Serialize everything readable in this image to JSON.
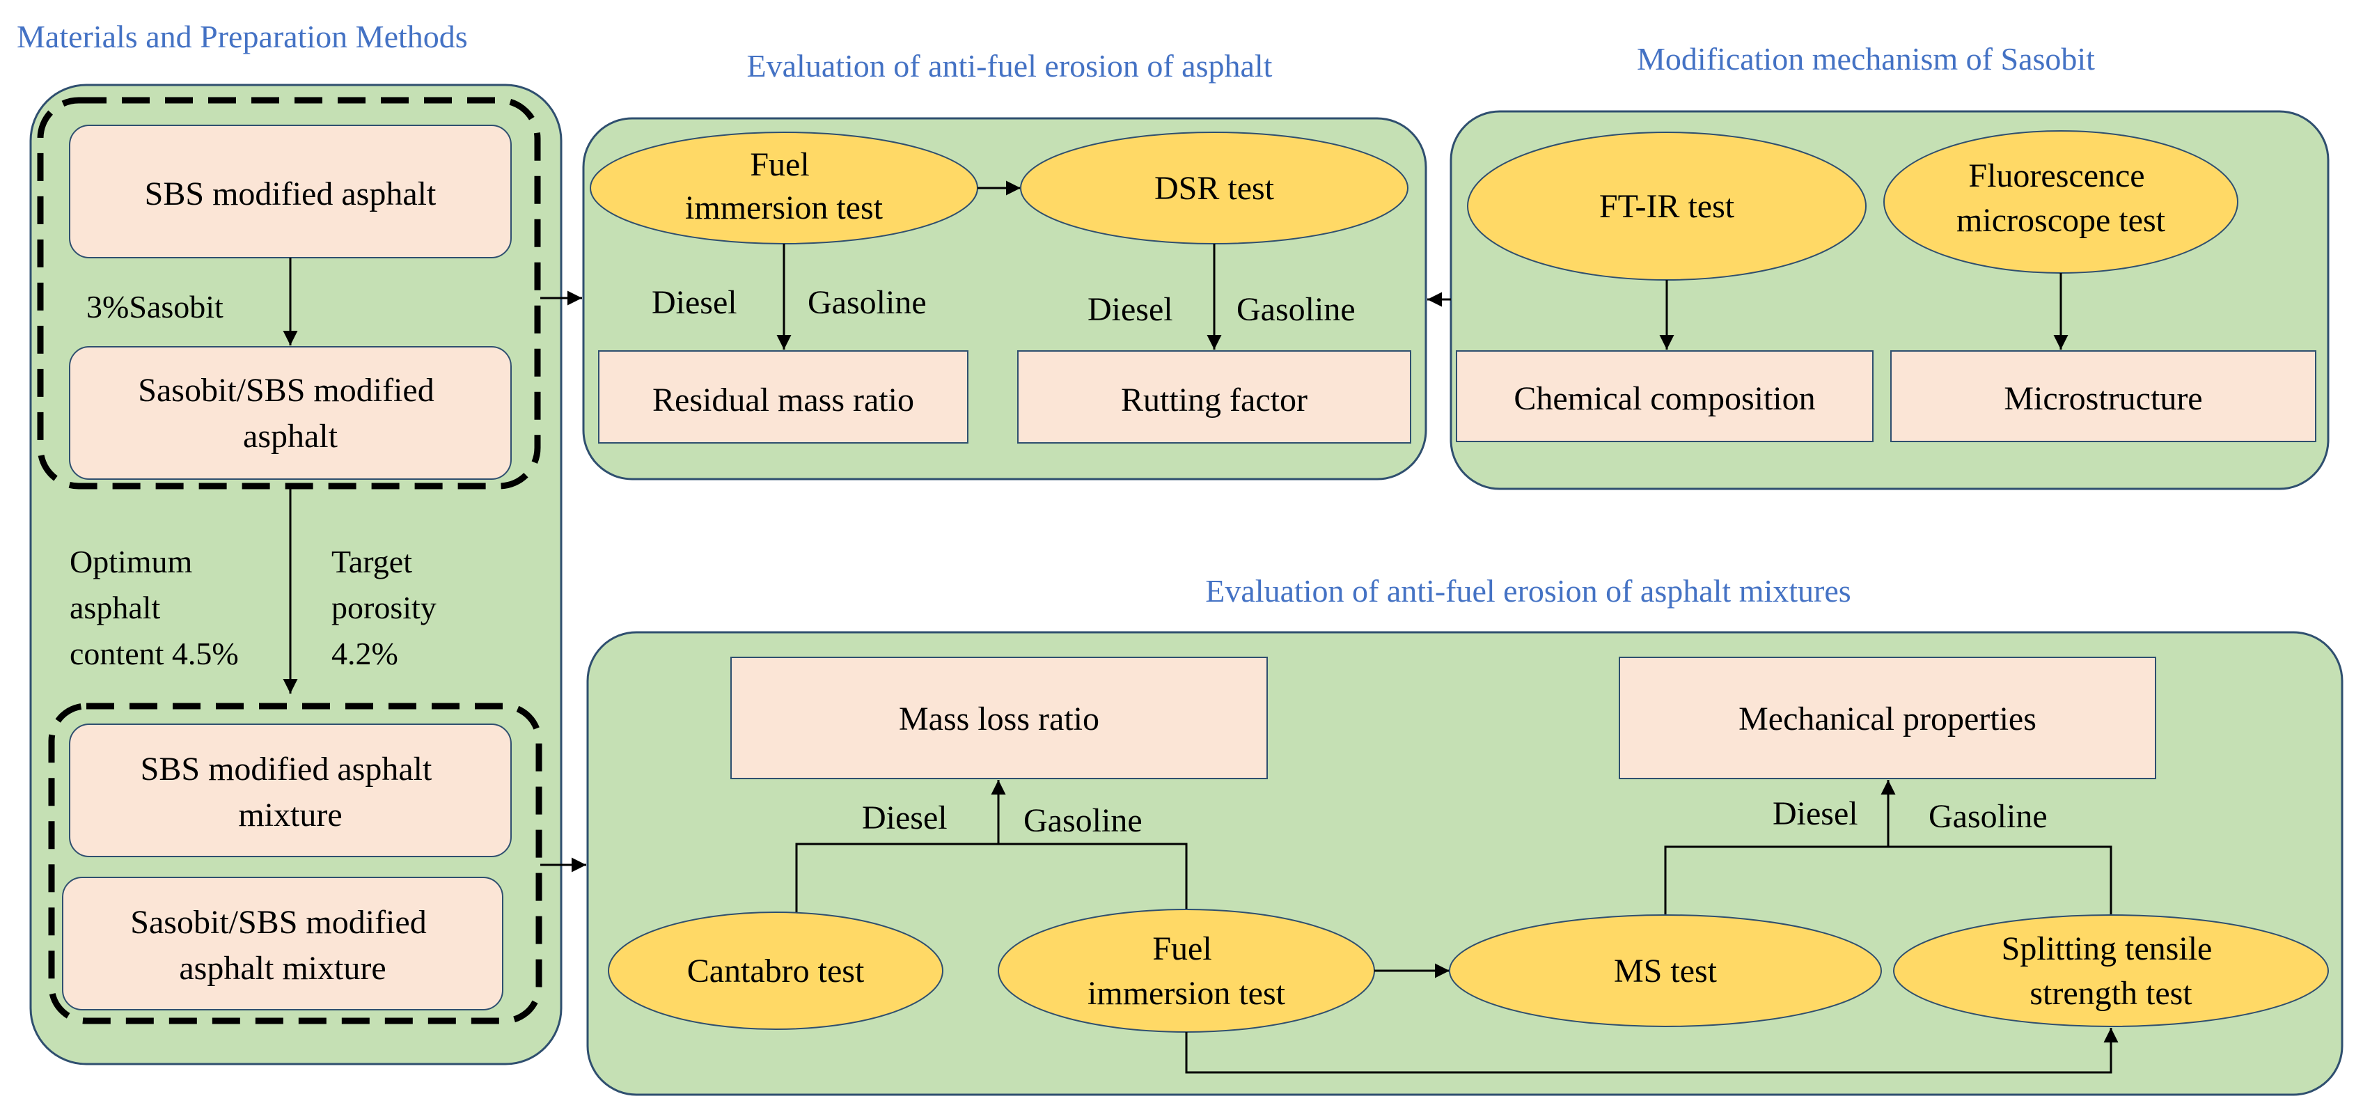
{
  "titles": {
    "materials": "Materials and Preparation Methods",
    "eval_asphalt": "Evaluation of anti-fuel erosion of asphalt",
    "mechanism": "Modification mechanism of  Sasobit",
    "eval_mixtures": "Evaluation of anti-fuel erosion of asphalt mixtures"
  },
  "materials": {
    "sbs_asphalt": "SBS modified asphalt",
    "sasobit_label": "3%Sasobit",
    "sasobit_sbs_line1": "Sasobit/SBS modified",
    "sasobit_sbs_line2": "asphalt",
    "optimum_line1": "Optimum",
    "optimum_line2": "asphalt",
    "optimum_line3": "content 4.5%",
    "target_line1": "Target",
    "target_line2": "porosity",
    "target_line3": "4.2%",
    "sbs_mixture_line1": "SBS modified asphalt",
    "sbs_mixture_line2": "mixture",
    "sasobit_mixture_line1": "Sasobit/SBS modified",
    "sasobit_mixture_line2": "asphalt mixture"
  },
  "eval_asphalt": {
    "fuel_line1": "Fuel",
    "fuel_line2": "immersion test",
    "dsr": "DSR test",
    "diesel_1": "Diesel",
    "gasoline_1": "Gasoline",
    "diesel_2": "Diesel",
    "gasoline_2": "Gasoline",
    "residual": "Residual mass ratio",
    "rutting": "Rutting factor"
  },
  "mechanism": {
    "ftir": "FT-IR test",
    "fluor_line1": "Fluorescence",
    "fluor_line2": "microscope test",
    "chemical": "Chemical composition",
    "microstructure": "Microstructure"
  },
  "eval_mixtures": {
    "mass_loss": "Mass loss ratio",
    "mechanical": "Mechanical properties",
    "diesel_1": "Diesel",
    "gasoline_1": "Gasoline",
    "diesel_2": "Diesel",
    "gasoline_2": "Gasoline",
    "cantabro": "Cantabro test",
    "fuel_line1": "Fuel",
    "fuel_line2": "immersion test",
    "ms": "MS test",
    "split_line1": "Splitting tensile",
    "split_line2": "strength test"
  },
  "colors": {
    "panel_fill": "#c5e0b4",
    "panel_stroke": "#2f4f6f",
    "box_fill": "#fbe5d6",
    "ellipse_fill": "#ffd966",
    "title_color": "#4472c4"
  }
}
